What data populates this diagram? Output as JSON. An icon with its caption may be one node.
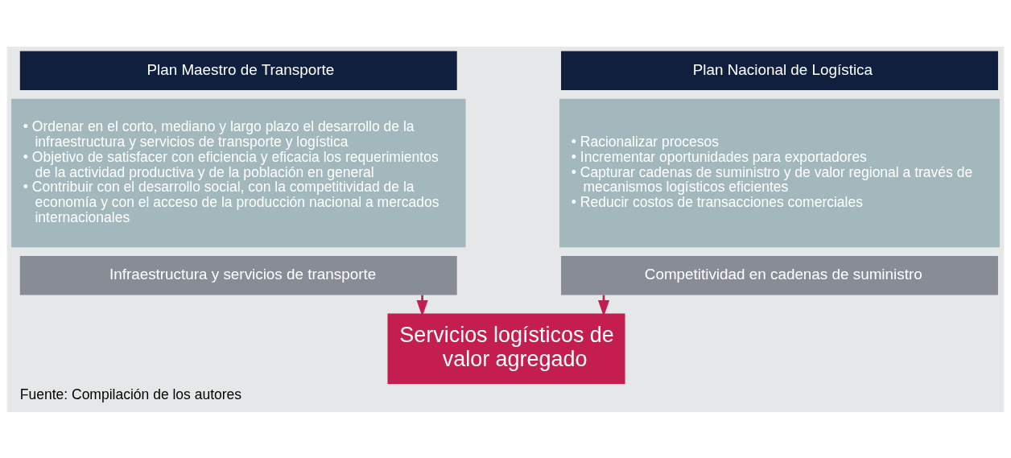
{
  "diagram": {
    "caption": "Fuente: Compilación de los autores",
    "nodes": [
      {
        "text": [
          "Plan Maestro de Transporte"
        ]
      },
      {
        "text": [
          "• Ordenar en el corto, mediano y largo plazo el desarrollo de la infraestructura y servicios de transporte y logística",
          "• Objetivo de satisfacer con eficiencia y eficacia los requerimientos de la actividad productiva y de la población en general",
          "• Contribuir con el desarrollo social, con la competitividad de la economía y con el acceso de la producción nacional a mercados internacionales"
        ]
      },
      {
        "text": [
          "Infraestructura y servicios de transporte"
        ]
      },
      {
        "text": [
          "Plan Nacional de Logística"
        ]
      },
      {
        "text": [
          "• Racionalizar procesos",
          "• Incrementar oportunidades para exportadores",
          "• Capturar cadenas de suministro y de valor regional a través de mecanismos logísticos eficientes",
          "• Reducir costos de transacciones comerciales"
        ]
      },
      {
        "text": [
          "Competitividad en cadenas de suministro"
        ]
      },
      {
        "text": [
          "Servicios logísticos de valor agregado"
        ]
      }
    ],
    "edges": [
      {
        "from": 2,
        "to": 6,
        "arrow": "to"
      },
      {
        "from": 5,
        "to": 6,
        "arrow": "to"
      }
    ]
  }
}
